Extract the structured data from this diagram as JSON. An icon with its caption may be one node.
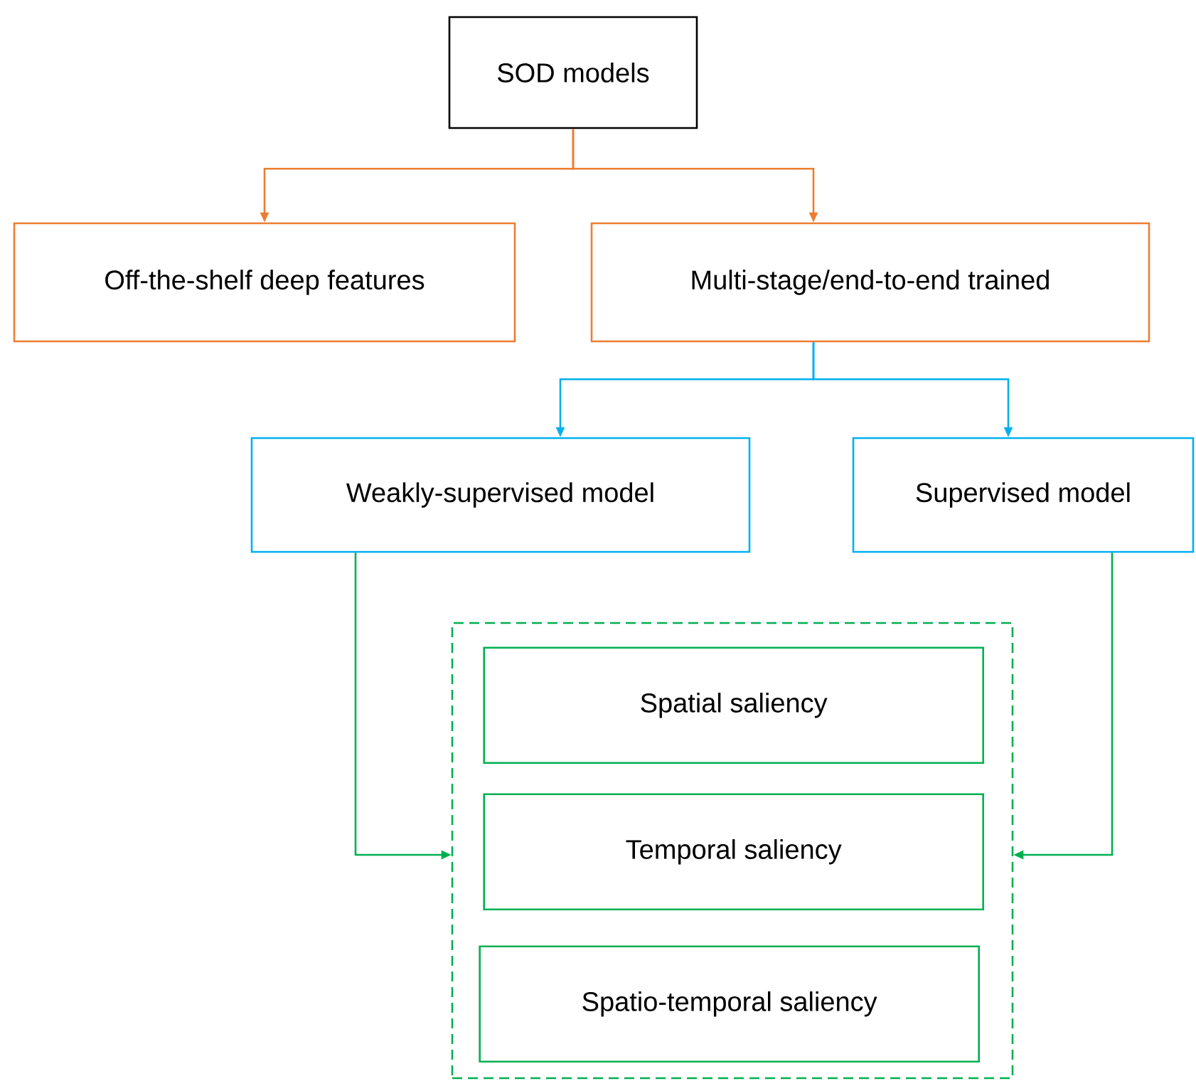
{
  "diagram": {
    "nodes": [
      {
        "text": [
          "SOD models"
        ]
      },
      {
        "text": [
          "Off-the-shelf deep features"
        ]
      },
      {
        "text": [
          "Multi-stage/end-to-end trained"
        ]
      },
      {
        "text": [
          "Weakly-supervised model"
        ]
      },
      {
        "text": [
          "Supervised model"
        ]
      },
      {
        "text": [],
        "shape": "box"
      },
      {
        "text": [
          "Spatial saliency"
        ],
        "in": 5
      },
      {
        "text": [
          "Temporal saliency"
        ],
        "in": 5
      },
      {
        "text": [
          "Spatio-temporal saliency"
        ],
        "in": 5
      }
    ],
    "edges": [
      {
        "from": 0,
        "to": 1,
        "arrow": "to",
        "color": "#ed7d31"
      },
      {
        "from": 0,
        "to": 2,
        "arrow": "to",
        "color": "#ed7d31"
      },
      {
        "from": 2,
        "to": 3,
        "arrow": "to",
        "color": "#00b0f0"
      },
      {
        "from": 2,
        "to": 4,
        "arrow": "to",
        "color": "#00b0f0"
      },
      {
        "from": 3,
        "to": 5,
        "arrow": "to",
        "color": "#00b050"
      },
      {
        "from": 4,
        "to": 5,
        "arrow": "to",
        "color": "#00b050"
      }
    ]
  }
}
